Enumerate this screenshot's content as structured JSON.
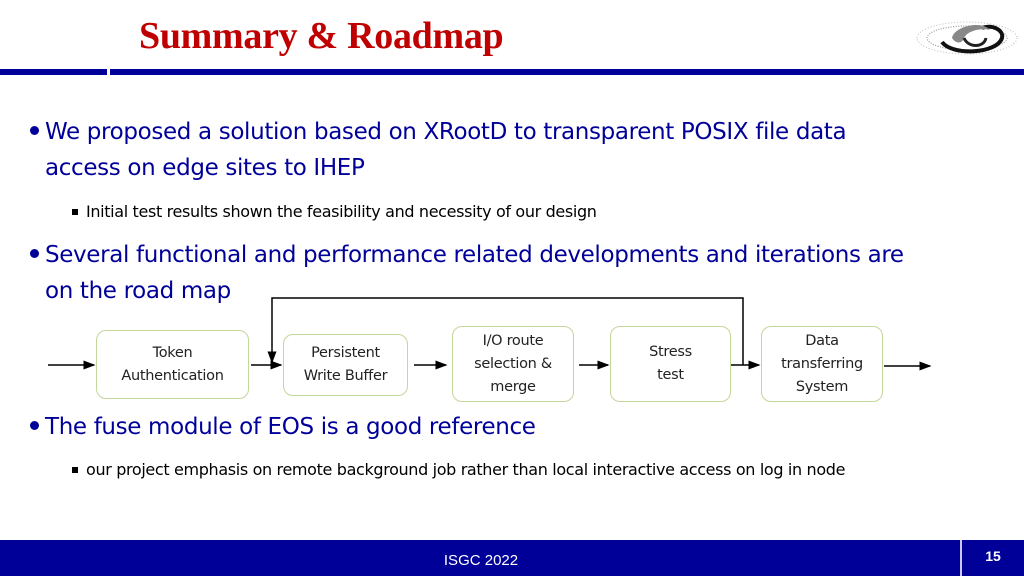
{
  "slide": {
    "title": "Summary & Roadmap",
    "logo": "ihep-swirl-logo",
    "colors": {
      "title": "#c00000",
      "accent_bar": "#000099",
      "bullet_text": "#000099",
      "box_border": "#c3d69b"
    }
  },
  "bullets": [
    {
      "line1": "We proposed a solution based on XRootD to transparent POSIX file data",
      "line2": "access on edge sites to IHEP",
      "sub": [
        "Initial test results shown the feasibility and necessity of our design"
      ]
    },
    {
      "line1": "Several functional and performance related developments and iterations are",
      "line2": "on the road map",
      "sub": []
    },
    {
      "line1": "The fuse module of EOS is a good reference",
      "line2": "",
      "sub": [
        "our project emphasis on remote background job rather than local interactive access on log in node"
      ]
    }
  ],
  "roadmap": {
    "steps": [
      {
        "label": "Token\nAuthentication"
      },
      {
        "label": "Persistent\nWrite Buffer"
      },
      {
        "label": "I/O route\nselection  &\nmerge"
      },
      {
        "label": "Stress\ntest"
      },
      {
        "label": "Data\ntransferring\nSystem"
      }
    ],
    "feedback_loop": "from after Stress test back to before Persistent Write Buffer"
  },
  "footer": {
    "conference": "ISGC 2022",
    "page_number": "15"
  }
}
